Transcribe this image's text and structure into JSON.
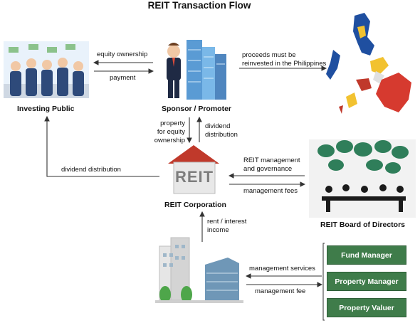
{
  "title": "REIT Transaction Flow",
  "nodes": {
    "investing_public": "Investing Public",
    "sponsor": "Sponsor / Promoter",
    "reit_corp": "REIT Corporation",
    "board": "REIT Board of Directors",
    "reit_logo": "REIT"
  },
  "flows": {
    "equity_ownership": "equity ownership",
    "payment": "payment",
    "proceeds_1": "proceeds must be",
    "proceeds_2": "reinvested in the Philippines",
    "property_1": "property",
    "property_2": "for equity",
    "property_3": "ownership",
    "dividend_1": "dividend",
    "dividend_2": "distribution",
    "dividend_left": "dividend distribution",
    "mgmt_gov_1": "REIT management",
    "mgmt_gov_2": "and governance",
    "mgmt_fees": "management fees",
    "rent_1": "rent / interest",
    "rent_2": "income",
    "mgmt_services": "management services",
    "mgmt_fee": "management fee"
  },
  "managers": [
    "Fund Manager",
    "Property Manager",
    "Property Valuer"
  ],
  "colors": {
    "green": "#3f7c4a",
    "roof": "#c0392b",
    "arrow": "#333333"
  }
}
